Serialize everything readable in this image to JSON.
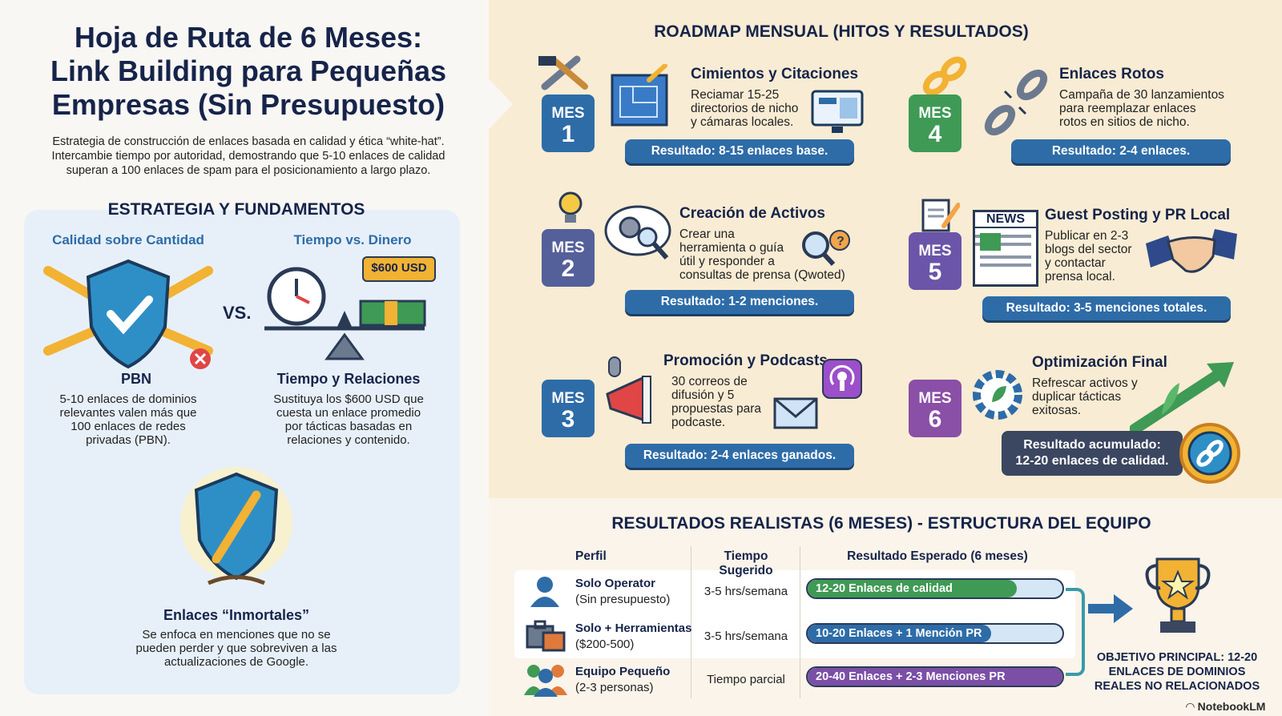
{
  "header": {
    "title_line1": "Hoja de Ruta de 6 Meses:",
    "title_line2": "Link Building para Pequeñas",
    "title_line3": "Empresas (Sin Presupuesto)",
    "intro_line1": "Estrategia de construcción de enlaces basada en calidad y ética “white-hat”.",
    "intro_line2": "Intercambie tiempo por autoridad, demostrando que 5-10 enlaces de calidad",
    "intro_line3": "superan a 100 enlaces de spam para el posicionamiento a largo plazo."
  },
  "strategy": {
    "heading": "ESTRATEGIA Y FUNDAMENTOS",
    "left_heading": "Calidad sobre Cantidad",
    "right_heading": "Tiempo vs. Dinero",
    "vs": "VS.",
    "price_tag": "$600 USD",
    "pbn_title": "PBN",
    "pbn_desc": [
      "5-10 enlaces de dominios",
      "relevantes valen más que",
      "100 enlaces de redes",
      "privadas (PBN)."
    ],
    "time_title": "Tiempo y Relaciones",
    "time_desc": [
      "Sustituya los $600 USD que",
      "cuesta un enlace promedio",
      "por tácticas basadas en",
      "relaciones y contenido."
    ],
    "immortal_title": "Enlaces “Inmortales”",
    "immortal_desc": [
      "Se enfoca en menciones que no se",
      "pueden perder y que sobreviven a las",
      "actualizaciones de Google."
    ]
  },
  "roadmap": {
    "heading": "ROADMAP MENSUAL (HITOS Y RESULTADOS)",
    "months": [
      {
        "label": "MES",
        "num": "1",
        "color": "#2e6ca8",
        "title": "Cimientos y Citaciones",
        "desc": [
          "Reciamar 15-25",
          "directorios de nicho",
          "y cámaras locales."
        ],
        "result": "Resultado: 8-15 enlaces base."
      },
      {
        "label": "MES",
        "num": "2",
        "color": "#54609a",
        "title": "Creación de Activos",
        "desc": [
          "Crear una",
          "herramienta o guía",
          "útil y responder a",
          "consultas de prensa (Qwoted)"
        ],
        "result": "Resultado: 1-2 menciones."
      },
      {
        "label": "MES",
        "num": "3",
        "color": "#2e6ca8",
        "title": "Promoción y Podcasts",
        "desc": [
          "30 correos de",
          "difusión y 5",
          "propuestas para",
          "podcaste."
        ],
        "result": "Resultado: 2-4 enlaces ganados."
      },
      {
        "label": "MES",
        "num": "4",
        "color": "#3f9a55",
        "title": "Enlaces Rotos",
        "desc": [
          "Campaña de 30 lanzamientos",
          "para reemplazar enlaces",
          "rotos en sitios de nicho."
        ],
        "result": "Resultado: 2-4 enlaces."
      },
      {
        "label": "MES",
        "num": "5",
        "color": "#6a55a8",
        "title": "Guest Posting y PR Local",
        "desc": [
          "Publicar en 2-3",
          "blogs del sector",
          "y contactar",
          "prensa local."
        ],
        "result": "Resultado: 3-5 menciones totales."
      },
      {
        "label": "MES",
        "num": "6",
        "color": "#8a4fa6",
        "title": "Optimización Final",
        "desc": [
          "Refrescar activos y",
          "duplicar tácticas",
          "exitosas."
        ],
        "result_line1": "Resultado acumulado:",
        "result_line2": "12-20 enlaces de calidad."
      }
    ],
    "news_label": "NEWS"
  },
  "results": {
    "heading": "RESULTADOS REALISTAS (6 MESES) - ESTRUCTURA DEL EQUIPO",
    "columns": [
      "Perfil",
      "Tiempo Sugerido",
      "Resultado Esperado (6 meses)"
    ],
    "rows": [
      {
        "profile": "Solo Operator",
        "sub": "(Sin presupuesto)",
        "time": "3-5 hrs/semana",
        "outcome": "12-20 Enlaces de calidad",
        "progress": 0.82,
        "color": "#3f9a55"
      },
      {
        "profile": "Solo + Herramientas",
        "sub": "($200-500)",
        "time": "3-5 hrs/semana",
        "outcome": "10-20 Enlaces + 1 Mención PR",
        "progress": 0.72,
        "color": "#2e6ca8"
      },
      {
        "profile": "Equipo Pequeño",
        "sub": "(2-3 personas)",
        "time": "Tiempo parcial",
        "outcome": "20-40 Enlaces + 2-3 Menciones PR",
        "progress": 1.0,
        "color": "#7b4fa6"
      }
    ],
    "goal_line1": "OBJETIVO PRINCIPAL: 12-20",
    "goal_line2": "ENLACES DE DOMINIOS",
    "goal_line3": "REALES NO RELACIONADOS"
  },
  "footer": {
    "brand": "NotebookLM"
  }
}
